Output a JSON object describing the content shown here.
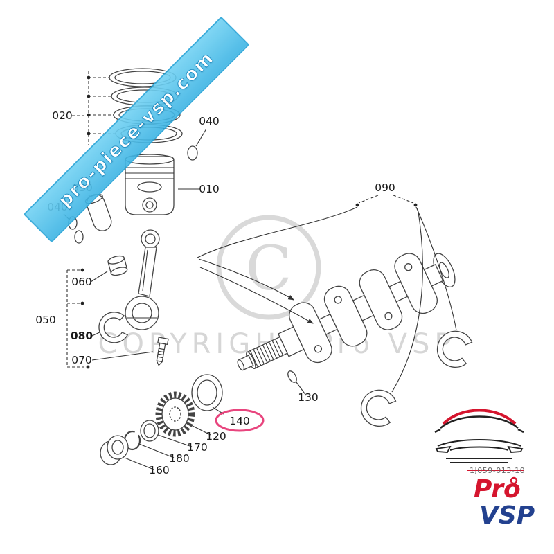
{
  "banner": {
    "text": "pro-piece-vsp.com",
    "bg_top": "#72d2f3",
    "bg_bottom": "#3db4e4",
    "border": "#29a5d8"
  },
  "watermark": {
    "symbol": "C",
    "text": "COPYRIGHT Pro VSP",
    "color": "#d8d8d8"
  },
  "diagram": {
    "highlight_color": "#e8457e",
    "labels": {
      "piston_rings": "020",
      "top_snap_ring": "040",
      "piston_pin": "030",
      "pin_circlips": "040",
      "piston": "010",
      "small_end_bushing": "060",
      "connecting_rod": "050",
      "rod_bearing": "080",
      "rod_bolt": "070",
      "main_bearings": "090",
      "woodruff_key": "130",
      "bearing_ring": "140",
      "timing_gear": "120",
      "washer": "170",
      "snap_ring": "180",
      "collar": "160"
    }
  },
  "logo": {
    "part_code": "1J059-013-10",
    "brand_top": "Pro",
    "brand_bottom": "VSP",
    "red": "#d5152e",
    "blue": "#23418f"
  }
}
